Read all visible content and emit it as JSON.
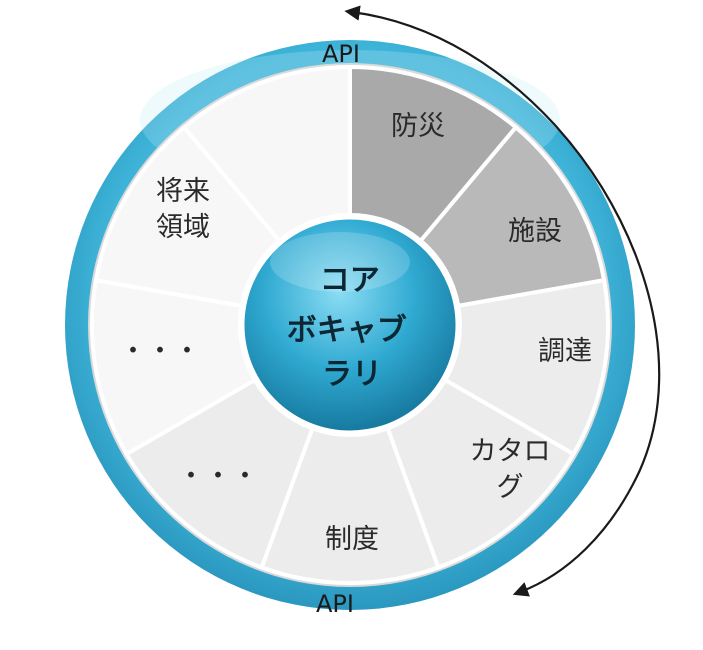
{
  "api_top": "API",
  "api_bottom": "API",
  "core": {
    "lines": [
      "コア",
      "ボキャブ",
      "ラリ"
    ]
  },
  "segments": [
    {
      "id": "bosai",
      "lines": [
        "防災"
      ]
    },
    {
      "id": "shisetsu",
      "lines": [
        "施設"
      ]
    },
    {
      "id": "chotatsu",
      "lines": [
        "調達"
      ]
    },
    {
      "id": "catalog",
      "lines": [
        "カタロ",
        "グ"
      ]
    },
    {
      "id": "seido",
      "lines": [
        "制度"
      ]
    },
    {
      "id": "dots1",
      "lines": [
        "・・・"
      ]
    },
    {
      "id": "dots2",
      "lines": [
        "・・・"
      ]
    },
    {
      "id": "future",
      "lines": [
        "将来",
        "領域"
      ]
    },
    {
      "id": "blank",
      "lines": []
    }
  ],
  "colors": {
    "ring_outer": "#3eb3d8",
    "ring_highlight": "#8fd8ef",
    "core_fill": "#2aa6cf",
    "segment_dark": "#a9a9a9",
    "segment_mid": "#b9b9b9",
    "segment_light": "#ececec",
    "segment_white": "#f7f7f7",
    "arrow": "#1a1a1a"
  }
}
